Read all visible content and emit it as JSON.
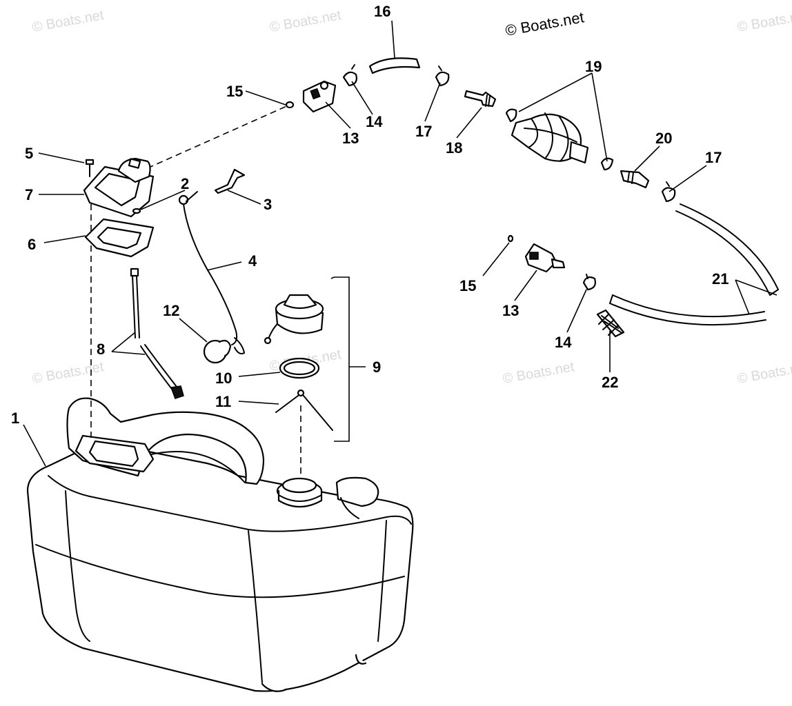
{
  "copyright": "© Boats.net",
  "watermark": "© Boats.net",
  "callouts": {
    "c1": "1",
    "c2": "2",
    "c3": "3",
    "c4": "4",
    "c5": "5",
    "c6": "6",
    "c7": "7",
    "c8": "8",
    "c9": "9",
    "c10": "10",
    "c11": "11",
    "c12": "12",
    "c13a": "13",
    "c13b": "13",
    "c14a": "14",
    "c14b": "14",
    "c15a": "15",
    "c15b": "15",
    "c16": "16",
    "c17a": "17",
    "c17b": "17",
    "c18": "18",
    "c19": "19",
    "c20": "20",
    "c21": "21",
    "c22": "22"
  }
}
